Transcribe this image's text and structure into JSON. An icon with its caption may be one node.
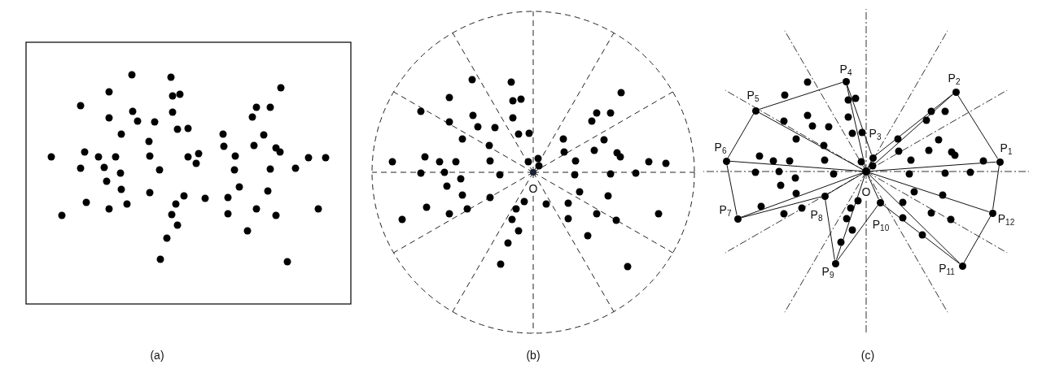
{
  "diagram": {
    "nodes": [
      {
        "text": [],
        "shape": "circle"
      },
      {
        "text": [],
        "shape": "circle",
        "beside": [
          "P$_{1}$"
        ]
      },
      {
        "text": [],
        "shape": "circle",
        "beside": [
          "P$_{2}$"
        ]
      },
      {
        "text": [],
        "shape": "circle",
        "beside": [
          "P$_{3}$"
        ]
      },
      {
        "text": [],
        "shape": "circle",
        "beside": [
          "P$_{4}$"
        ]
      },
      {
        "text": [],
        "shape": "circle",
        "beside": [
          "P$_{5}$"
        ]
      },
      {
        "text": [],
        "shape": "circle",
        "beside": [
          "P$_{6}$"
        ]
      },
      {
        "text": [],
        "shape": "circle",
        "beside": [
          "P$_{7}$"
        ]
      },
      {
        "text": [],
        "shape": "circle",
        "beside": [
          "P$_{8}$"
        ]
      },
      {
        "text": [],
        "shape": "circle",
        "beside": [
          "P$_{9}$"
        ]
      },
      {
        "text": [],
        "shape": "circle",
        "beside": [
          "P$_{10}$"
        ]
      },
      {
        "text": [],
        "shape": "circle",
        "beside": [
          "P$_{11}$"
        ]
      },
      {
        "text": [],
        "shape": "circle",
        "beside": [
          "P$_{12}$"
        ]
      }
    ],
    "edges": [
      {
        "from": 1,
        "to": 2,
        "arrow": "none"
      },
      {
        "from": 2,
        "to": 3,
        "arrow": "none"
      },
      {
        "from": 3,
        "to": 4,
        "arrow": "none"
      },
      {
        "from": 4,
        "to": 5,
        "arrow": "none"
      },
      {
        "from": 5,
        "to": 6,
        "arrow": "none"
      },
      {
        "from": 6,
        "to": 7,
        "arrow": "none"
      },
      {
        "from": 7,
        "to": 8,
        "arrow": "none"
      },
      {
        "from": 8,
        "to": 9,
        "arrow": "none"
      },
      {
        "from": 9,
        "to": 10,
        "arrow": "none"
      },
      {
        "from": 10,
        "to": 11,
        "arrow": "none"
      },
      {
        "from": 11,
        "to": 12,
        "arrow": "none"
      },
      {
        "from": 12,
        "to": 1,
        "arrow": "none"
      },
      {
        "from": 0,
        "to": 1,
        "arrow": "none"
      },
      {
        "from": 0,
        "to": 2,
        "arrow": "none"
      },
      {
        "from": 0,
        "to": 3,
        "arrow": "none"
      },
      {
        "from": 0,
        "to": 4,
        "arrow": "none"
      },
      {
        "from": 0,
        "to": 5,
        "arrow": "none"
      },
      {
        "from": 0,
        "to": 6,
        "arrow": "none"
      },
      {
        "from": 0,
        "to": 7,
        "arrow": "none"
      },
      {
        "from": 0,
        "to": 8,
        "arrow": "none"
      },
      {
        "from": 0,
        "to": 9,
        "arrow": "none"
      },
      {
        "from": 0,
        "to": 10,
        "arrow": "none"
      },
      {
        "from": 0,
        "to": 11,
        "arrow": "none"
      },
      {
        "from": 0,
        "to": 12,
        "arrow": "none"
      }
    ],
    "labels": [
      "O",
      "O",
      "(a)",
      "(b)",
      "(c)"
    ]
  }
}
